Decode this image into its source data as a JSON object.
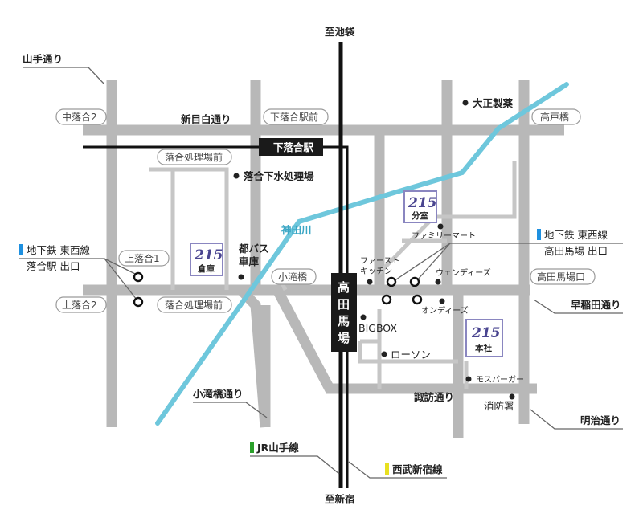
{
  "roads": {
    "yamate_dori": "山手通り",
    "shin_mejiro_dori": "新目白通り",
    "waseda_dori": "早稲田通り",
    "kotakibashi_dori": "小滝橋通り",
    "suwa_dori": "諏訪通り",
    "meiji_dori": "明治通り"
  },
  "intersections": {
    "naka_ochiai_2": "中落合2",
    "shimo_ochiai_eki_mae": "下落合駅前",
    "takato_bashi": "高戸橋",
    "ochiai_shorijo_mae_top": "落合処理場前",
    "kami_ochiai_1": "上落合1",
    "kami_ochiai_2": "上落合2",
    "kotakibashi": "小滝橋",
    "ochiai_shorijo_mae_bottom": "落合処理場前",
    "takadanobaba_guchi": "高田馬場口"
  },
  "stations": {
    "shimo_ochiai": "下落合駅",
    "takadanobaba_chars": [
      "高",
      "田",
      "馬",
      "場"
    ]
  },
  "directions": {
    "to_ikebukuro": "至池袋",
    "to_shinjuku": "至新宿"
  },
  "river": {
    "name": "神田川"
  },
  "subway_left": {
    "line": "地下鉄 東西線",
    "exit": "落合駅 出口",
    "marker_color": "#1e90e0"
  },
  "subway_right": {
    "line": "地下鉄 東西線",
    "exit": "高田馬場 出口",
    "marker_color": "#1e90e0"
  },
  "railways": {
    "jr_yamanote": {
      "label": "JR山手線",
      "marker_color": "#2aa02a"
    },
    "seibu_shinjuku": {
      "label": "西武新宿線",
      "marker_color": "#e8e020"
    }
  },
  "landmarks": {
    "taisho_seiyaku": "大正製薬",
    "ochiai_gesui": "落合下水処理場",
    "toei_bus_line1": "都バス",
    "toei_bus_line2": "車庫",
    "family_mart": "ファミリーマート",
    "first_kitchen_line1": "ファースト",
    "first_kitchen_line2": "キッチン",
    "wendys_top": "ウェンディーズ",
    "wendys_bottom": "オンディーズ",
    "bigbox": "BIGBOX",
    "lawson": "ローソン",
    "mos_burger": "モスバーガー",
    "fire_station": "消防署"
  },
  "offices": {
    "logo_text": "215",
    "bunshitsu": "分室",
    "souko": "倉庫",
    "honsha": "本社",
    "logo_color": "#4a4590"
  },
  "colors": {
    "road": "#b8b8b8",
    "river": "#6ec7dc",
    "railway": "#111111",
    "station_box": "#1a1a1a"
  }
}
